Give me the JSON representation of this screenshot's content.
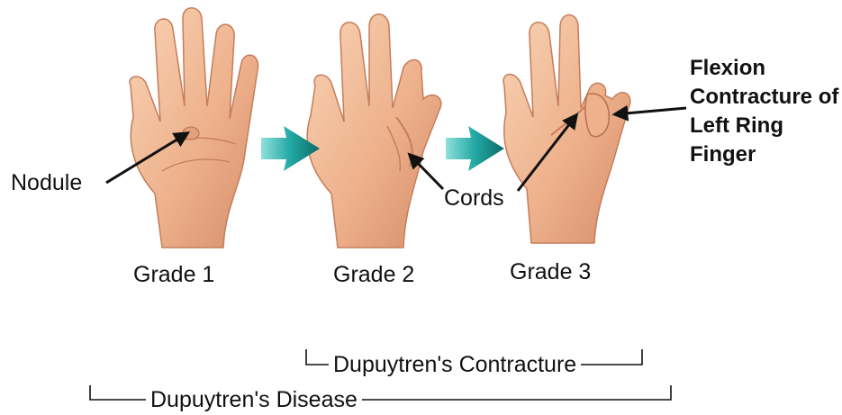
{
  "stages": [
    {
      "label": "Grade 1"
    },
    {
      "label": "Grade 2"
    },
    {
      "label": "Grade 3"
    }
  ],
  "callouts": {
    "nodule": "Nodule",
    "cords": "Cords",
    "flexion": "Flexion Contracture of Left Ring Finger"
  },
  "brackets": {
    "contracture": "Dupuytren's Contracture",
    "disease": "Dupuytren's Disease"
  },
  "colors": {
    "skin_light": "#f6cba9",
    "skin_mid": "#e9a883",
    "skin_dark": "#c57d5c",
    "arrow_teal": "#1fa3a0",
    "arrow_teal_dark": "#0f6f6d",
    "line": "#111111"
  }
}
